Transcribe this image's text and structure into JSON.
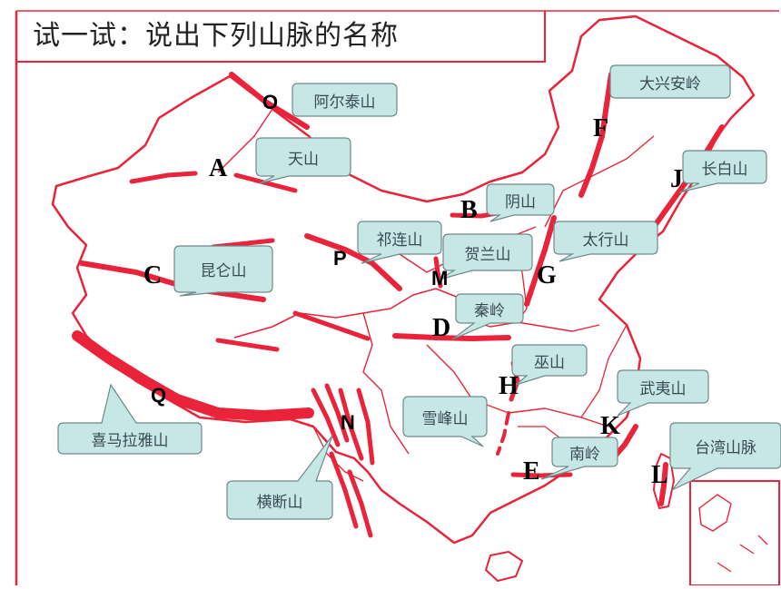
{
  "title": "试一试：说出下列山脉的名称",
  "colors": {
    "border": "#e8233a",
    "mountain": "#e8233a",
    "callout_fill": "#c7e6e6",
    "callout_stroke": "#6e8a8a",
    "label": "#000000"
  },
  "letters": [
    "O",
    "A",
    "B",
    "F",
    "J",
    "P",
    "C",
    "M",
    "G",
    "D",
    "H",
    "Q",
    "K",
    "N",
    "E",
    "L"
  ],
  "callouts": {
    "altai": "阿尔泰山",
    "tianshan": "天山",
    "daxinganling": "大兴安岭",
    "changbai": "长白山",
    "yinshan": "阴山",
    "qilian": "祁连山",
    "helan": "贺兰山",
    "taihang": "太行山",
    "kunlun": "昆仑山",
    "qinling": "秦岭",
    "wushan": "巫山",
    "wuyi": "武夷山",
    "xuefeng": "雪峰山",
    "himalaya": "喜马拉雅山",
    "nanling": "南岭",
    "taiwan": "台湾山脉",
    "hengduan": "横断山"
  }
}
